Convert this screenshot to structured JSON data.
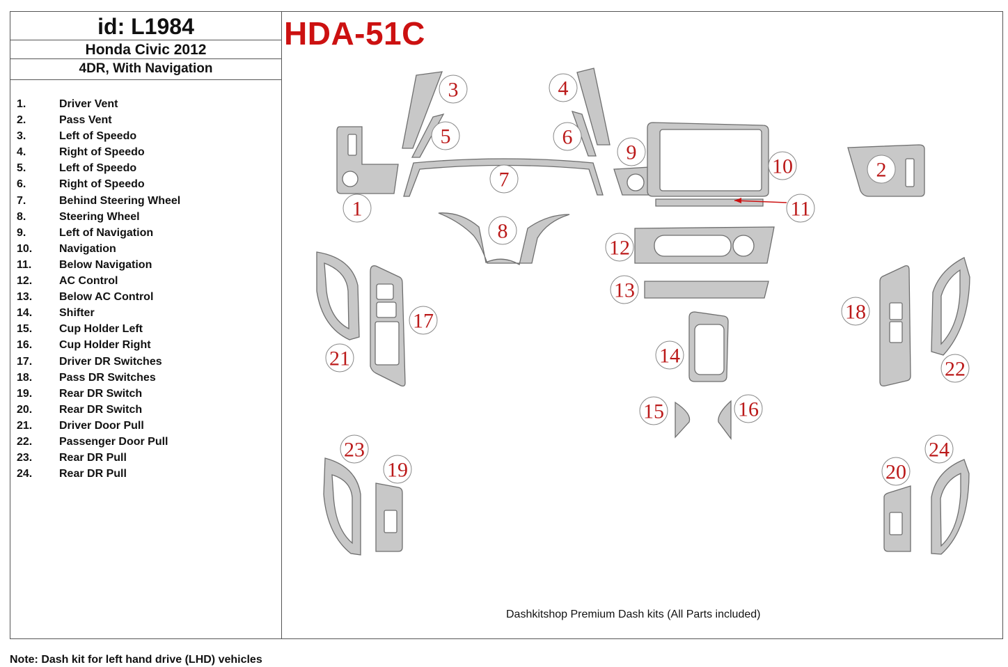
{
  "header": {
    "id_title": "id: L1984",
    "model": "Honda Civic 2012",
    "variant": "4DR, With Navigation"
  },
  "kit_code": "HDA-51C",
  "parts": [
    {
      "num": "1.",
      "name": "Driver Vent"
    },
    {
      "num": "2.",
      "name": "Pass Vent"
    },
    {
      "num": "3.",
      "name": "Left of Speedo"
    },
    {
      "num": "4.",
      "name": "Right of Speedo"
    },
    {
      "num": "5.",
      "name": "Left of Speedo"
    },
    {
      "num": "6.",
      "name": "Right of Speedo"
    },
    {
      "num": "7.",
      "name": "Behind Steering Wheel"
    },
    {
      "num": "8.",
      "name": "Steering Wheel"
    },
    {
      "num": "9.",
      "name": "Left of Navigation"
    },
    {
      "num": "10.",
      "name": "Navigation"
    },
    {
      "num": "11.",
      "name": "Below Navigation"
    },
    {
      "num": "12.",
      "name": "AC Control"
    },
    {
      "num": "13.",
      "name": "Below AC Control"
    },
    {
      "num": "14.",
      "name": "Shifter"
    },
    {
      "num": "15.",
      "name": "Cup Holder Left"
    },
    {
      "num": "16.",
      "name": "Cup Holder Right"
    },
    {
      "num": "17.",
      "name": "Driver DR Switches"
    },
    {
      "num": "18.",
      "name": "Pass DR Switches"
    },
    {
      "num": "19.",
      "name": "Rear DR Switch"
    },
    {
      "num": "20.",
      "name": "Rear DR Switch"
    },
    {
      "num": "21.",
      "name": "Driver Door Pull"
    },
    {
      "num": "22.",
      "name": "Passenger Door Pull"
    },
    {
      "num": "23.",
      "name": "Rear DR Pull"
    },
    {
      "num": "24.",
      "name": "Rear DR Pull"
    }
  ],
  "callouts": [
    "1",
    "2",
    "3",
    "4",
    "5",
    "6",
    "7",
    "8",
    "9",
    "10",
    "11",
    "12",
    "13",
    "14",
    "15",
    "16",
    "17",
    "18",
    "19",
    "20",
    "21",
    "22",
    "23",
    "24"
  ],
  "footer": "Dashkitshop Premium Dash kits (All Parts included)",
  "note": "Note: Dash kit for left hand drive (LHD) vehicles",
  "colors": {
    "kit_code": "#cc1111",
    "callout_number": "#bb1a1a",
    "part_fill": "#c8c8c8"
  }
}
